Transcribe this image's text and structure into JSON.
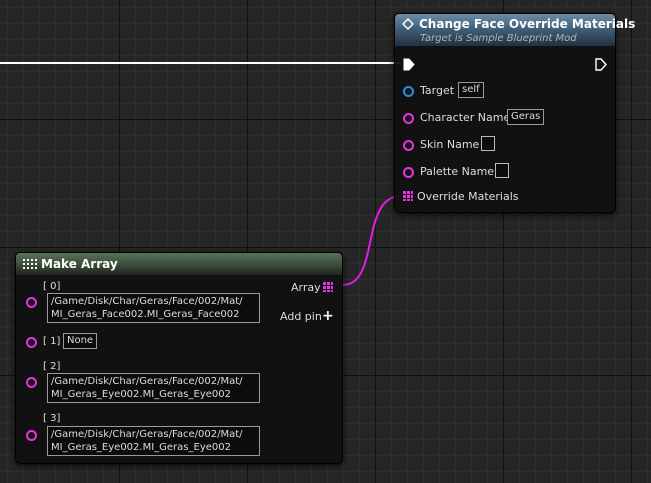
{
  "change_face_node": {
    "title": "Change Face Override Materials",
    "subtitle": "Target is Sample Blueprint Mod",
    "pins": {
      "target_label": "Target",
      "target_value": "self",
      "character_name_label": "Character Name",
      "character_name_value": "Geras",
      "skin_name_label": "Skin Name",
      "palette_name_label": "Palette Name",
      "override_materials_label": "Override Materials"
    }
  },
  "make_array_node": {
    "title": "Make Array",
    "output_label": "Array",
    "add_pin_label": "Add pin",
    "elements": [
      {
        "index": "[ 0]",
        "value_line1": "/Game/Disk/Char/Geras/Face/002/Mat/",
        "value_line2": "MI_Geras_Face002.MI_Geras_Face002"
      },
      {
        "index": "[ 1]",
        "value": "None"
      },
      {
        "index": "[ 2]",
        "value_line1": "/Game/Disk/Char/Geras/Face/002/Mat/",
        "value_line2": "MI_Geras_Eye002.MI_Geras_Eye002"
      },
      {
        "index": "[ 3]",
        "value_line1": "/Game/Disk/Char/Geras/Face/002/Mat/",
        "value_line2": "MI_Geras_Eye002.MI_Geras_Eye002"
      }
    ]
  },
  "colors": {
    "object_pin": "#e633e6",
    "self_pin": "#2a8fdf",
    "exec_wire": "#ffffff",
    "array_wire": "#e61ce6",
    "function_header": "#41607a",
    "array_header": "#3b4c3b"
  },
  "icons": {
    "function": "diamond-function-icon",
    "make_array": "array-grid-icon",
    "exec_in": "exec-pin-icon",
    "exec_out": "exec-pin-outline-icon",
    "add": "plus-icon"
  }
}
